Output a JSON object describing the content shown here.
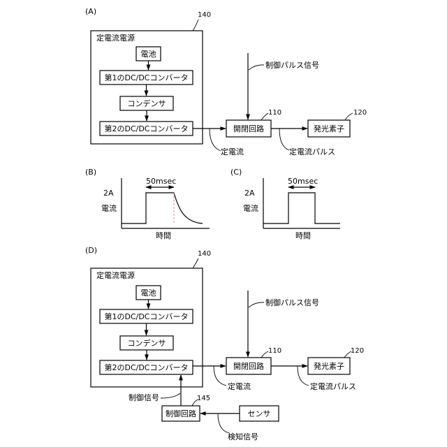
{
  "panels": {
    "A": "(A)",
    "B": "(B)",
    "C": "(C)",
    "D": "(D)"
  },
  "ref": {
    "r140": "140",
    "r110": "110",
    "r120": "120",
    "r145": "145"
  },
  "blocks": {
    "power_supply": "定電流電源",
    "battery": "電池",
    "dcdc1": "第1のDC/DCコンバータ",
    "capacitor": "コンデンサ",
    "dcdc2": "第2のDC/DCコンバータ",
    "switch": "開閉回路",
    "emitter": "発光素子",
    "control_circuit": "制御回路",
    "sensor": "センサ"
  },
  "signals": {
    "pulse_signal": "制御パルス信号",
    "constant_current": "定電流",
    "constant_current_pulse": "定電流パルス",
    "control_signal": "制御信号",
    "detect_signal": "検知信号"
  },
  "chart_data": [
    {
      "panel": "(B)",
      "type": "line",
      "ylabel": "電流",
      "xlabel": "時間",
      "ytick": "2A",
      "annotation": "50msec",
      "description_shape": "pulse with exponential decay after trailing edge"
    },
    {
      "panel": "(C)",
      "type": "line",
      "ylabel": "電流",
      "xlabel": "時間",
      "ytick": "2A",
      "annotation": "50msec",
      "description_shape": "rectangular pulse"
    }
  ]
}
